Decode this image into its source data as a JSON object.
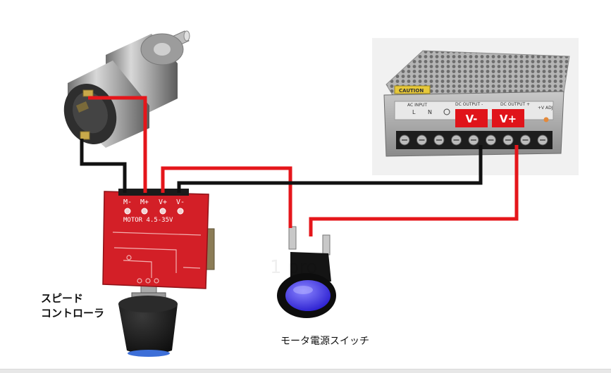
{
  "controller": {
    "pins": [
      "M-",
      "M+",
      "V+",
      "V-"
    ],
    "text_line": "MOTOR  4.5-35V"
  },
  "power_supply": {
    "caution_label": "CAUTION",
    "ac_input_label": "AC INPUT",
    "dc_output_minus_label": "DC OUTPUT -",
    "dc_output_plus_label": "DC OUTPUT +",
    "terminal_l": "L",
    "terminal_n": "N",
    "adj_label": "+V ADJ",
    "v_minus_tag": "V-",
    "v_plus_tag": "V+"
  },
  "labels": {
    "speed_controller_line1": "スピード",
    "speed_controller_line2": "コントローラ",
    "motor_switch": "モータ電源スイッチ"
  },
  "watermark": "1 pro",
  "colors": {
    "wire_red": "#e5161b",
    "wire_black": "#111111",
    "board_red": "#d31f27",
    "tag_red": "#e0141a",
    "switch_blue": "#3b33e8"
  }
}
